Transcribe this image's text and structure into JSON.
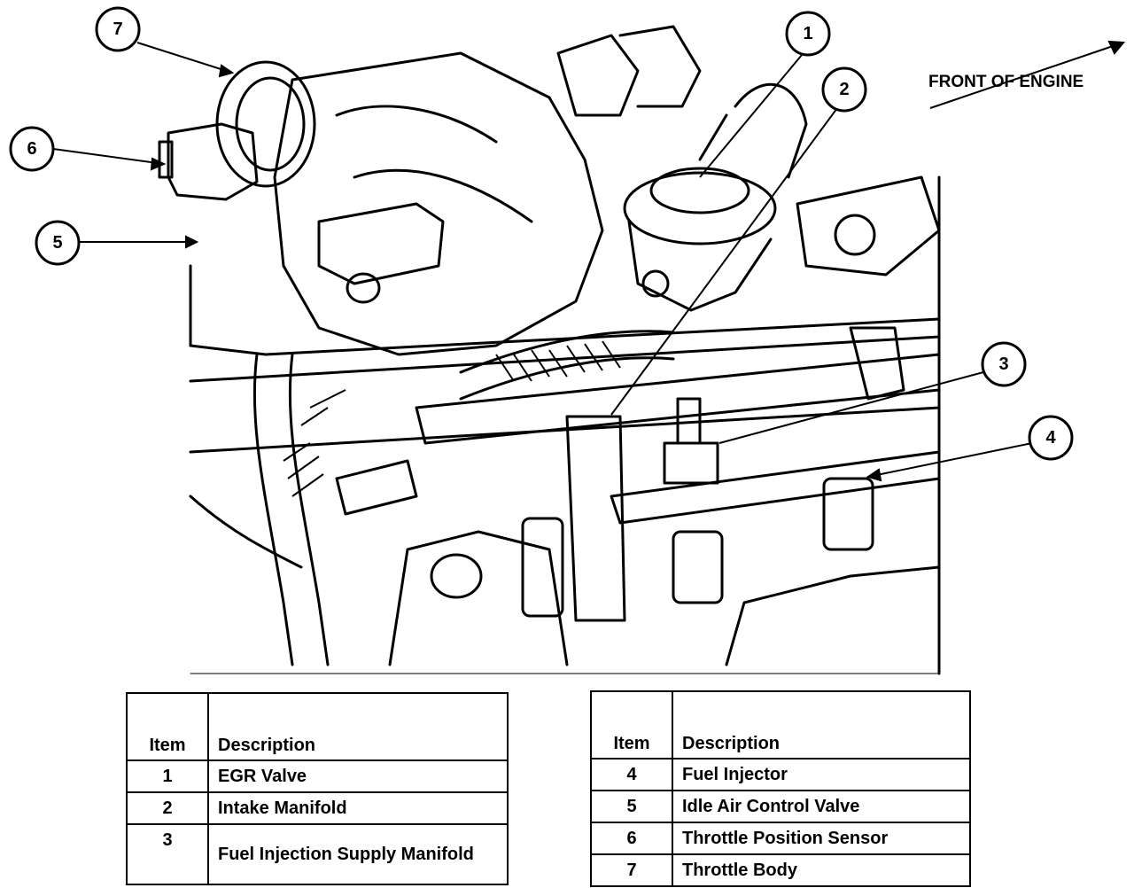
{
  "diagram": {
    "front_label": "FRONT OF ENGINE",
    "callouts": [
      {
        "num": "1",
        "item": "EGR Valve"
      },
      {
        "num": "2",
        "item": "Intake Manifold"
      },
      {
        "num": "3",
        "item": "Fuel Injection Supply Manifold"
      },
      {
        "num": "4",
        "item": "Fuel Injector"
      },
      {
        "num": "5",
        "item": "Idle Air Control Valve"
      },
      {
        "num": "6",
        "item": "Throttle Position Sensor"
      },
      {
        "num": "7",
        "item": "Throttle Body"
      }
    ]
  },
  "legend_left": {
    "header_item": "Item",
    "header_desc": "Description",
    "rows": [
      {
        "item": "1",
        "desc": "EGR Valve"
      },
      {
        "item": "2",
        "desc": "Intake Manifold"
      },
      {
        "item": "3",
        "desc": "Fuel Injection Supply Manifold"
      }
    ]
  },
  "legend_right": {
    "header_item": "Item",
    "header_desc": "Description",
    "rows": [
      {
        "item": "4",
        "desc": "Fuel Injector"
      },
      {
        "item": "5",
        "desc": "Idle Air Control Valve"
      },
      {
        "item": "6",
        "desc": "Throttle Position Sensor"
      },
      {
        "item": "7",
        "desc": "Throttle Body"
      }
    ]
  }
}
